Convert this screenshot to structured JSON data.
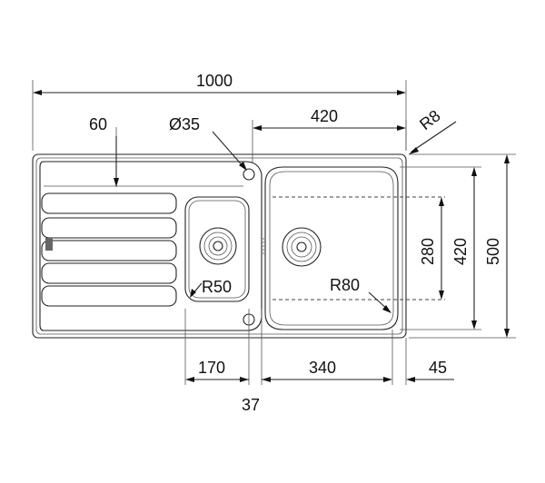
{
  "dimensions": {
    "overall_width": "1000",
    "drainer_offset": "60",
    "tap_hole": "Ø35",
    "main_bowl_width": "420",
    "corner_radius": "R8",
    "bowl_depth_inner": "280",
    "bowl_depth_outer": "420",
    "overall_depth": "500",
    "small_bowl_radius": "R50",
    "main_bowl_radius": "R80",
    "small_bowl_width": "170",
    "main_bowl_inner_width": "340",
    "right_margin": "45",
    "bowl_divider": "37"
  },
  "colors": {
    "line": "#222222",
    "text": "#111111",
    "background": "#ffffff"
  }
}
